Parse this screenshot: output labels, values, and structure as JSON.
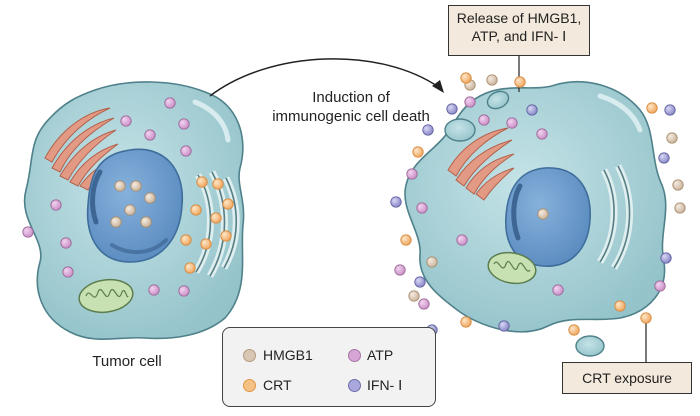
{
  "left_cell": {
    "caption": "Tumor cell"
  },
  "arrow": {
    "label_line1": "Induction of",
    "label_line2": "immunogenic cell death"
  },
  "release_callout": {
    "line1": "Release of HMGB1,",
    "line2": "ATP, and IFN- Ⅰ"
  },
  "crt_callout": {
    "label": "CRT exposure"
  },
  "legend": {
    "items": [
      {
        "label": "HMGB1",
        "color": "#d9c7b3",
        "border": "#b59a80"
      },
      {
        "label": "ATP",
        "color": "#d8a6d6",
        "border": "#a674a6"
      },
      {
        "label": "CRT",
        "color": "#f6c185",
        "border": "#e39646"
      },
      {
        "label": "IFN- Ⅰ",
        "color": "#a8a8dc",
        "border": "#6e6ea8"
      }
    ]
  },
  "colors": {
    "cytoplasm": "#a9d3d9",
    "cytoplasm_edge": "#5a8c96",
    "nucleus": "#6f9fd1",
    "nucleus_dark": "#4d7aa8",
    "golgi": "#e08e78",
    "mitochondria": "#b9d9a3",
    "er": "#cfe3e5"
  }
}
